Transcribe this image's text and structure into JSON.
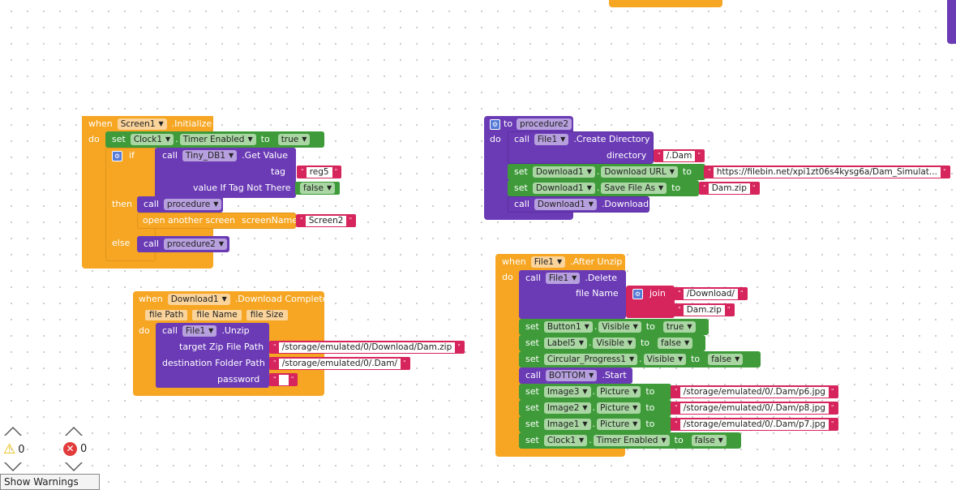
{
  "screen1_init": {
    "when": "when",
    "component": "Screen1",
    "event": ".Initialize",
    "do": "do",
    "set": "set",
    "clock": "Clock1",
    "dot": ".",
    "prop": "Timer Enabled",
    "to": "to",
    "value": "true",
    "if": "if",
    "call": "call",
    "db": "Tiny_DB1",
    "method": ".Get Value",
    "tag": "tag",
    "tag_value": "reg5",
    "vitnt": "value If Tag Not There",
    "vitnt_value": "false",
    "then": "then",
    "procedure": "procedure",
    "open_screen": "open another screen",
    "screen_name": "screenName",
    "screen_value": "Screen2",
    "else": "else",
    "procedure2": "procedure2"
  },
  "proc2": {
    "to": "to",
    "name": "procedure2",
    "do": "do",
    "call": "call",
    "file": "File1",
    "create_dir": ".Create Directory",
    "directory": "directory",
    "dir_value": "/.Dam",
    "set": "set",
    "download": "Download1",
    "dot": ".",
    "download_url": "Download URL",
    "to2": "to",
    "url_value": "https://filebin.net/xpi1zt06s4kysg6a/Dam_Simulat...",
    "save_as": "Save File As",
    "save_value": "Dam.zip",
    "download_method": ".Download"
  },
  "dl_complete": {
    "when": "when",
    "component": "Download1",
    "event": ".Download Complete",
    "p1": "file Path",
    "p2": "file Name",
    "p3": "file Size",
    "do": "do",
    "call": "call",
    "file": "File1",
    "method": ".Unzip",
    "target": "target Zip File Path",
    "target_value": "/storage/emulated/0/Download/Dam.zip",
    "dest": "destination Folder Path",
    "dest_value": "/storage/emulated/0/.Dam/",
    "password": "password",
    "password_value": ""
  },
  "after_unzip": {
    "when": "when",
    "component": "File1",
    "event": ".After Unzip",
    "do": "do",
    "call": "call",
    "delete": ".Delete",
    "file_name": "file Name",
    "join": "join",
    "join1": "/Download/",
    "join2": "Dam.zip",
    "set": "set",
    "dot": ".",
    "to": "to",
    "button": "Button1",
    "visible": "Visible",
    "true_v": "true",
    "label": "Label5",
    "false_v": "false",
    "progress": "Circular_Progress1",
    "bottom": "BOTTOM",
    "start": ".Start",
    "image3": "Image3",
    "picture": "Picture",
    "img3_value": "/storage/emulated/0/.Dam/p6.jpg",
    "image2": "Image2",
    "img2_value": "/storage/emulated/0/.Dam/p8.jpg",
    "image1": "Image1",
    "img1_value": "/storage/emulated/0/.Dam/p7.jpg",
    "clock": "Clock1",
    "timer": "Timer Enabled"
  },
  "workspace": {
    "warnings_count": "0",
    "errors_count": "0",
    "show_warnings_label": "Show Warnings"
  },
  "colors": {
    "event": "#f6a623",
    "procedure": "#6a3bb5",
    "setter": "#3f9b3a",
    "text": "#d6245c"
  }
}
